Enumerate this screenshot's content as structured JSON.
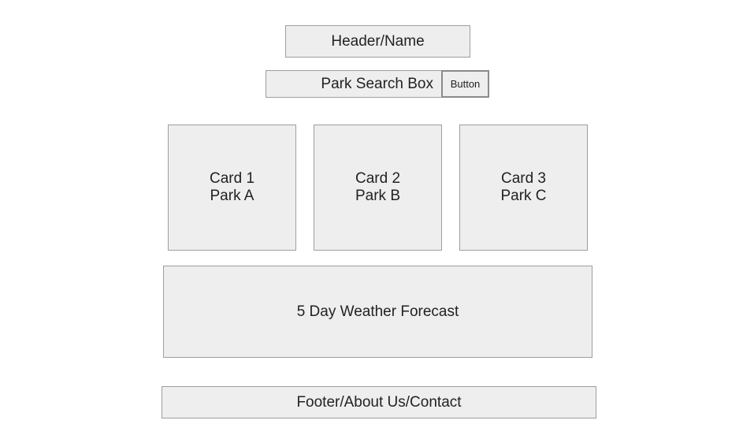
{
  "header": {
    "label": "Header/Name"
  },
  "search": {
    "label": "Park Search Box",
    "button_label": "Button"
  },
  "cards": [
    {
      "title": "Card 1",
      "park": "Park A"
    },
    {
      "title": "Card 2",
      "park": "Park B"
    },
    {
      "title": "Card 3",
      "park": "Park C"
    }
  ],
  "forecast": {
    "label": "5 Day Weather Forecast"
  },
  "footer": {
    "label": "Footer/About Us/Contact"
  },
  "colors": {
    "box_fill": "#eeeeee",
    "box_border": "#9e9e9e",
    "text": "#222222"
  }
}
